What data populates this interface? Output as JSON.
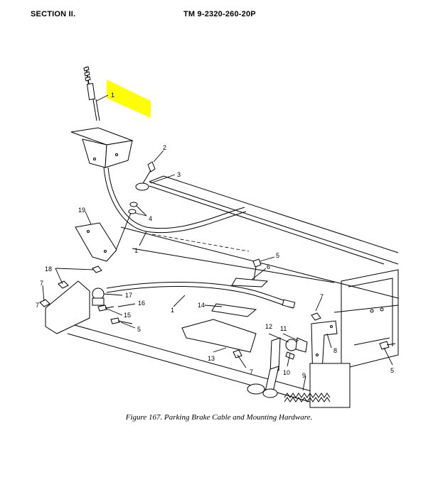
{
  "header": {
    "section": "SECTION II.",
    "tm_number": "TM   9-2320-260-20P"
  },
  "highlight_color": "#ffff00",
  "callouts": {
    "c1a": "1",
    "c2": "2",
    "c3": "3",
    "c4": "4",
    "c19": "19",
    "c1b": "1",
    "c5a": "5",
    "c6": "6",
    "c18": "18",
    "c7a": "7",
    "c17": "17",
    "c16": "16",
    "c15": "15",
    "c5b": "5",
    "c1c": "1",
    "c14": "14",
    "c7b": "7",
    "c7c": "7",
    "c12": "12",
    "c11": "11",
    "c13": "13",
    "c10": "10",
    "c8": "8",
    "c9": "9",
    "c5c": "5",
    "c7d": "7"
  },
  "caption": "Figure 167. Parking Brake Cable and Mounting Hardware."
}
